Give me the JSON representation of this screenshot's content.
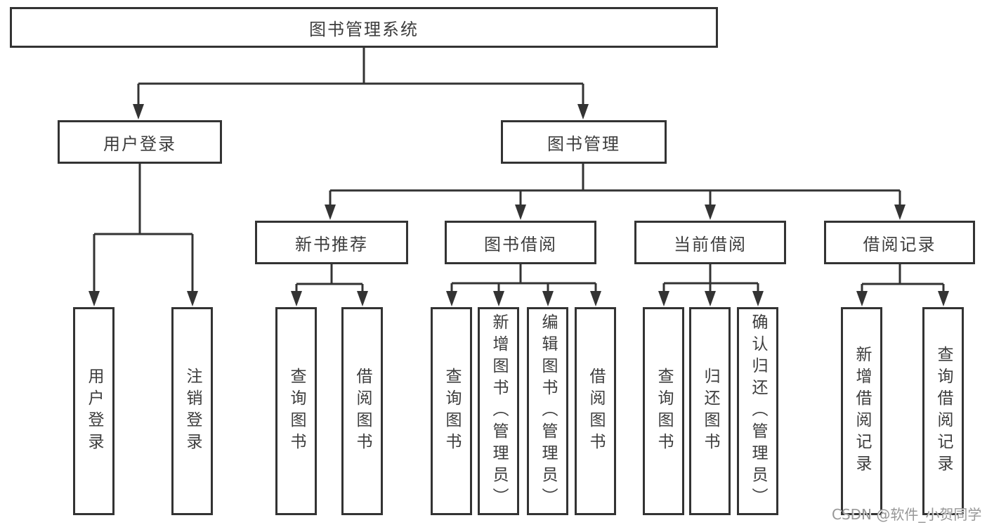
{
  "watermark": {
    "text": "CSDN @软件_小贺同学"
  },
  "colors": {
    "line": "#333333",
    "box_border": "#333333",
    "text": "#3d3d3d",
    "watermark": "#979797",
    "background": "#ffffff"
  },
  "tree": {
    "root": {
      "label": "图书管理系统",
      "children": [
        {
          "label": "用户登录",
          "children": [
            {
              "label": "用户登录"
            },
            {
              "label": "注销登录"
            }
          ]
        },
        {
          "label": "图书管理",
          "children": [
            {
              "label": "新书推荐",
              "children": [
                {
                  "label": "查询图书"
                },
                {
                  "label": "借阅图书"
                }
              ]
            },
            {
              "label": "图书借阅",
              "children": [
                {
                  "label": "查询图书"
                },
                {
                  "label": "新增图书（管理员）"
                },
                {
                  "label": "编辑图书（管理员）"
                },
                {
                  "label": "借阅图书"
                }
              ]
            },
            {
              "label": "当前借阅",
              "children": [
                {
                  "label": "查询图书"
                },
                {
                  "label": "归还图书"
                },
                {
                  "label": "确认归还（管理员）"
                }
              ]
            },
            {
              "label": "借阅记录",
              "children": [
                {
                  "label": "新增借阅记录"
                },
                {
                  "label": "查询借阅记录"
                }
              ]
            }
          ]
        }
      ]
    }
  }
}
